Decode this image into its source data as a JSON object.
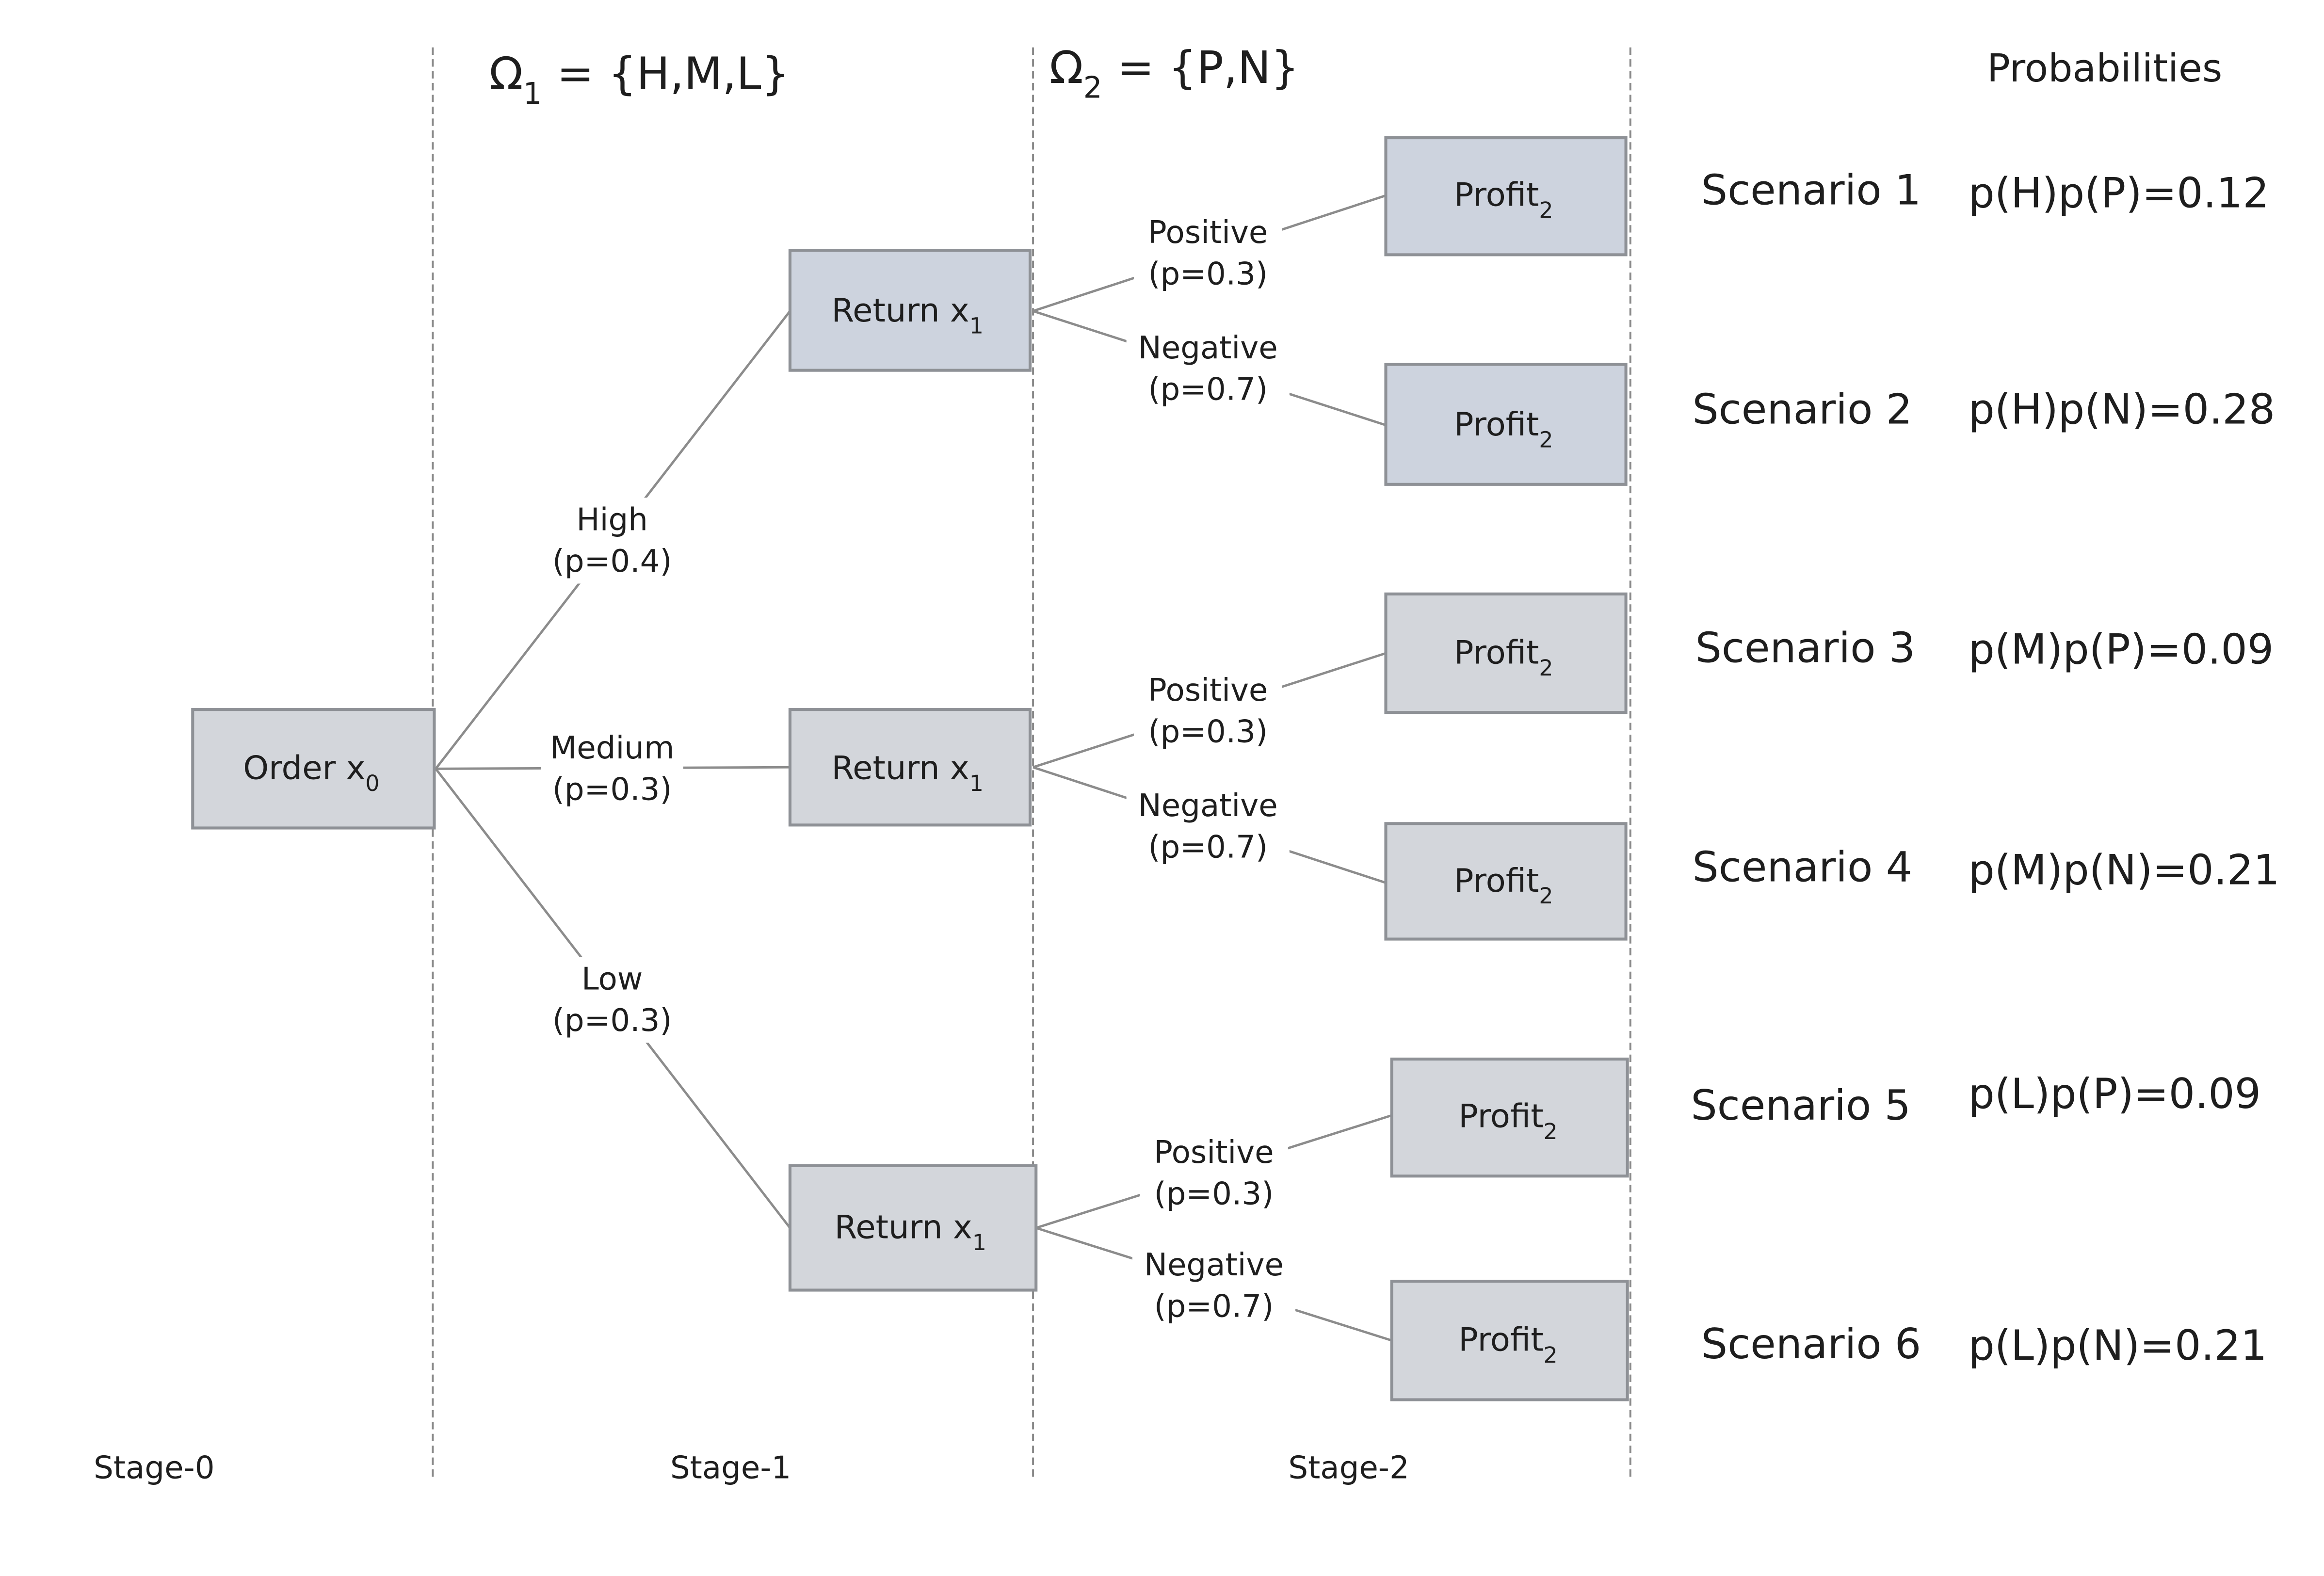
{
  "colors": {
    "box_blue": "#cdd3de",
    "box_gray": "#d3d6db",
    "edge": "#8c8c8c",
    "text": "#1e1e1e"
  },
  "header": {
    "omega1": {
      "symbol": "Ω",
      "sub": "1",
      "set": "= {H,M,L}"
    },
    "omega2": {
      "symbol": "Ω",
      "sub": "2",
      "set": "= {P,N}"
    },
    "probabilities_title": "Probabilities"
  },
  "stages": [
    "Stage-0",
    "Stage-1",
    "Stage-2"
  ],
  "root": {
    "label": "Order x",
    "sub": "0"
  },
  "stage1_nodes": [
    {
      "label": "Return x",
      "sub": "1",
      "branch": "High",
      "prob": "(p=0.4)"
    },
    {
      "label": "Return x",
      "sub": "1",
      "branch": "Medium",
      "prob": "(p=0.3)"
    },
    {
      "label": "Return x",
      "sub": "1",
      "branch": "Low",
      "prob": "(p=0.3)"
    }
  ],
  "stage2_branches": [
    {
      "pos": "Positive",
      "pos_prob": "(p=0.3)",
      "neg": "Negative",
      "neg_prob": "(p=0.7)"
    },
    {
      "pos": "Positive",
      "pos_prob": "(p=0.3)",
      "neg": "Negative",
      "neg_prob": "(p=0.7)"
    },
    {
      "pos": "Positive",
      "pos_prob": "(p=0.3)",
      "neg": "Negative",
      "neg_prob": "(p=0.7)"
    }
  ],
  "leaves": [
    {
      "label": "Profit",
      "sub": "2"
    },
    {
      "label": "Profit",
      "sub": "2"
    },
    {
      "label": "Profit",
      "sub": "2"
    },
    {
      "label": "Profit",
      "sub": "2"
    },
    {
      "label": "Profit",
      "sub": "2"
    },
    {
      "label": "Profit",
      "sub": "2"
    }
  ],
  "scenarios": [
    {
      "name": "Scenario 1",
      "formula": "p(H)p(P)=0.12"
    },
    {
      "name": "Scenario 2",
      "formula": "p(H)p(N)=0.28"
    },
    {
      "name": "Scenario 3",
      "formula": "p(M)p(P)=0.09"
    },
    {
      "name": "Scenario 4",
      "formula": "p(M)p(N)=0.21"
    },
    {
      "name": "Scenario 5",
      "formula": "p(L)p(P)=0.09"
    },
    {
      "name": "Scenario 6",
      "formula": "p(L)p(N)=0.21"
    }
  ]
}
